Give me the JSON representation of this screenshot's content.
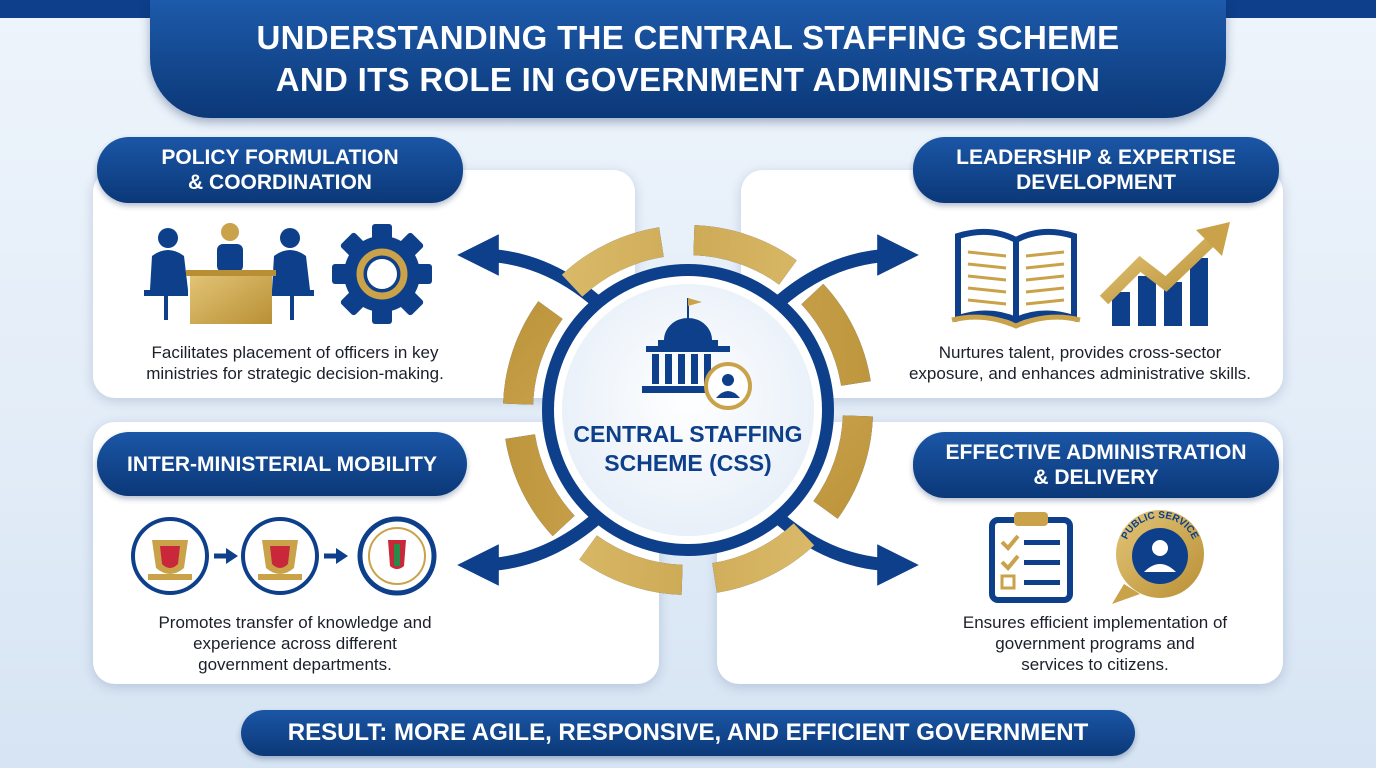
{
  "title": {
    "line1": "UNDERSTANDING THE CENTRAL STAFFING SCHEME",
    "line2": "AND ITS ROLE IN GOVERNMENT ADMINISTRATION"
  },
  "center": {
    "line1": "CENTRAL STAFFING",
    "line2": "SCHEME (CSS)"
  },
  "panels": {
    "policy": {
      "title_line1": "POLICY FORMULATION",
      "title_line2": "& COORDINATION",
      "desc_line1": "Facilitates placement of officers in key",
      "desc_line2": "ministries for strategic decision-making."
    },
    "leadership": {
      "title_line1": "LEADERSHIP & EXPERTISE",
      "title_line2": "DEVELOPMENT",
      "desc_line1": "Nurtures talent, provides cross-sector",
      "desc_line2": "exposure, and enhances administrative skills."
    },
    "mobility": {
      "title_line1": "INTER-MINISTERIAL MOBILITY",
      "desc_line1": "Promotes transfer of knowledge and",
      "desc_line2": "experience across different",
      "desc_line3": "government departments."
    },
    "administration": {
      "title_line1": "EFFECTIVE ADMINISTRATION",
      "title_line2": "& DELIVERY",
      "desc_line1": "Ensures efficient implementation of",
      "desc_line2": "government programs and",
      "desc_line3": "services to citizens."
    }
  },
  "badge_text": "PUBLIC SERVICE",
  "result": "RESULT: MORE AGILE, RESPONSIVE, AND EFFICIENT GOVERNMENT",
  "colors": {
    "navy": "#0d3f8a",
    "blue": "#1b56a6",
    "gold": "#c9a24a",
    "background": "#e8f0f9"
  }
}
